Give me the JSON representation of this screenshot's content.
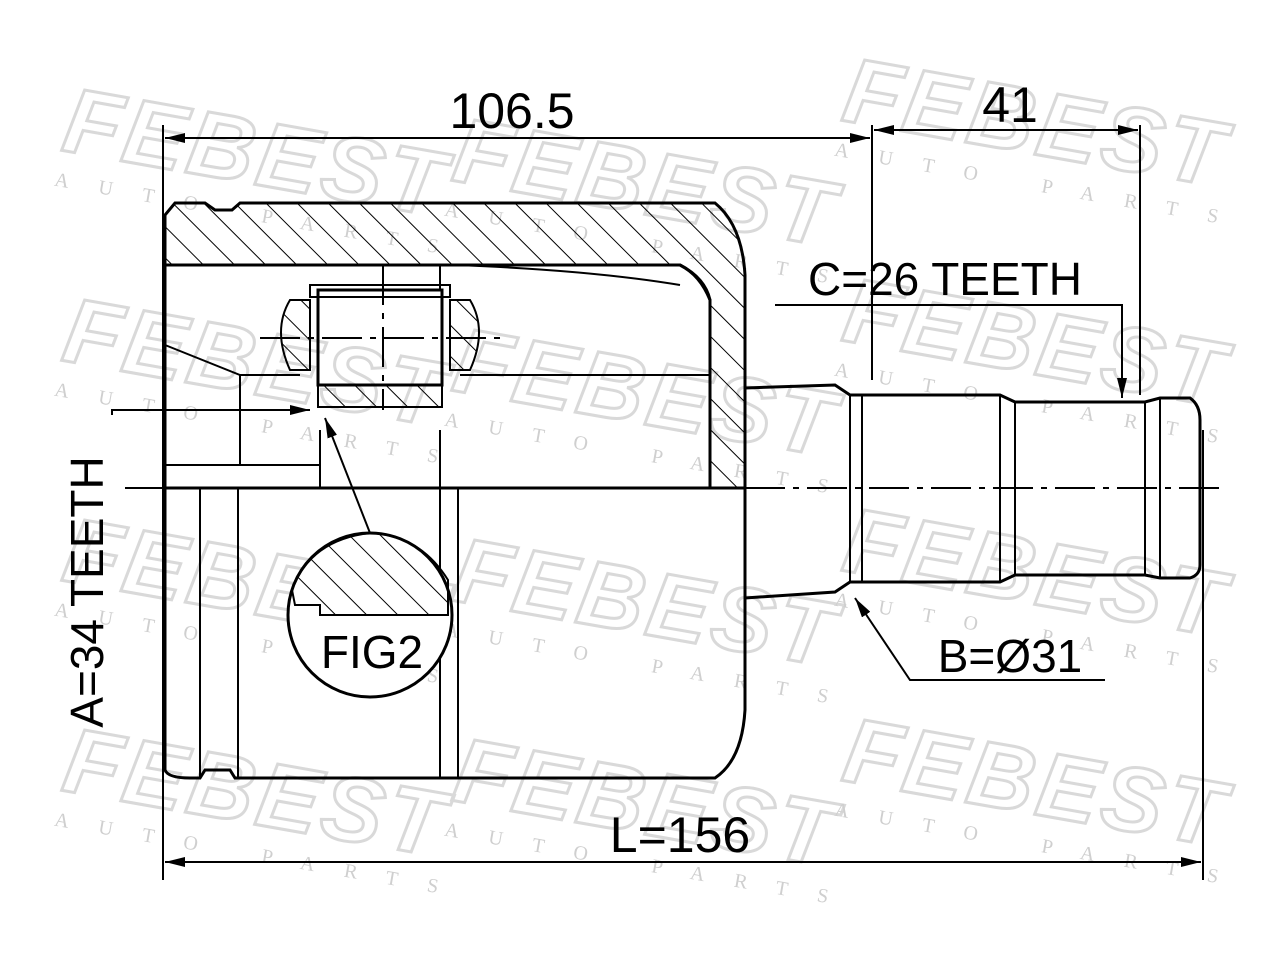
{
  "watermark": {
    "brand": "FEBEST",
    "sub": "AUTO PARTS"
  },
  "dimensions": {
    "top_left": "106.5",
    "top_right": "41",
    "total_length": "L=156"
  },
  "callouts": {
    "c_teeth": "C=26 TEETH",
    "b_diameter": "B=Ø31",
    "a_teeth": "A=34 TEETH",
    "fig": "FIG2"
  },
  "colors": {
    "line": "#000000",
    "watermark": "#d9d9d9",
    "background": "#ffffff"
  }
}
